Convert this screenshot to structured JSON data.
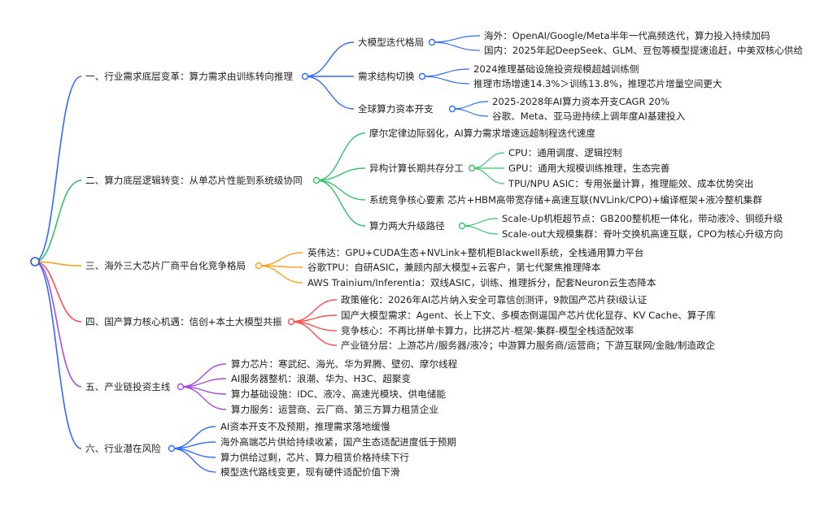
{
  "colors": {
    "blue": "#2f6bff",
    "green": "#36c26a",
    "orange": "#ff9f1a",
    "red": "#ff4f4f",
    "purple": "#a64ddb",
    "darkblue": "#2a5bd7"
  },
  "branches": [
    {
      "label": "一、行业需求底层变革：算力需求由训练转向推理",
      "children": [
        {
          "label": "大模型迭代格局",
          "children": [
            "海外：OpenAI/Google/Meta半年一代高频迭代，算力投入持续加码",
            "国内：2025年起DeepSeek、GLM、豆包等模型提速追赶，中美双核心供给"
          ]
        },
        {
          "label": "需求结构切换",
          "children": [
            "2024推理基础设施投资规模超越训练侧",
            "推理市场增速14.3%＞训练13.8%，推理芯片增量空间更大"
          ]
        },
        {
          "label": "全球算力资本开支",
          "children": [
            "2025-2028年AI算力资本开支CAGR 20%",
            "谷歌、Meta、亚马逊持续上调年度AI基建投入"
          ]
        }
      ]
    },
    {
      "label": "二、算力底层逻辑转变：从单芯片性能到系统级协同",
      "children": [
        {
          "label": "摩尔定律边际弱化，AI算力需求增速远超制程迭代速度",
          "children": []
        },
        {
          "label": "异构计算长期共存分工",
          "children": [
            "CPU：通用调度、逻辑控制",
            "GPU：通用大规模训练推理，生态完善",
            "TPU/NPU ASIC：专用张量计算，推理能效、成本优势突出"
          ]
        },
        {
          "label": "系统竞争核心要素 芯片+HBM高带宽存储+高速互联(NVLink/CPO)+编译框架+液冷整机集群",
          "children": []
        },
        {
          "label": "算力两大升级路径",
          "children": [
            "Scale-Up机柜超节点：GB200整机柜一体化，带动液冷、铜缆升级",
            "Scale-out大规模集群：脊叶交换机高速互联，CPO为核心升级方向"
          ]
        }
      ]
    },
    {
      "label": "三、海外三大芯片厂商平台化竞争格局",
      "children": [
        {
          "label": "英伟达：GPU+CUDA生态+NVLink+整机柜Blackwell系统，全栈通用算力平台",
          "children": []
        },
        {
          "label": "谷歌TPU：自研ASIC，兼顾内部大模型+云客户，第七代聚焦推理降本",
          "children": []
        },
        {
          "label": "AWS Trainium/Inferentia：双线ASIC，训练、推理拆分，配套Neuron云生态降本",
          "children": []
        }
      ]
    },
    {
      "label": "四、国产算力核心机遇：信创+本土大模型共振",
      "children": [
        {
          "label": "政策催化：2026年AI芯片纳入安全可靠信创测评，9款国产芯片获Ⅰ级认证",
          "children": []
        },
        {
          "label": "国产大模型需求：Agent、长上下文、多模态倒逼国产芯片优化显存、KV Cache、算子库",
          "children": []
        },
        {
          "label": "竞争核心：不再比拼单卡算力，比拼芯片-框架-集群-模型全栈适配效率",
          "children": []
        },
        {
          "label": "产业链分层：上游芯片/服务器/液冷；中游算力服务商/运营商；下游互联网/金融/制造政企",
          "children": []
        }
      ]
    },
    {
      "label": "五、产业链投资主线",
      "children": [
        {
          "label": "算力芯片：寒武纪、海光、华为昇腾、壁仞、摩尔线程",
          "children": []
        },
        {
          "label": "AI服务器整机：浪潮、华为、H3C、超聚变",
          "children": []
        },
        {
          "label": "算力基础设施：IDC、液冷、高速光模块、供电储能",
          "children": []
        },
        {
          "label": "算力服务：运营商、云厂商、第三方算力租赁企业",
          "children": []
        }
      ]
    },
    {
      "label": "六、行业潜在风险",
      "children": [
        {
          "label": "AI资本开支不及预期，推理需求落地缓慢",
          "children": []
        },
        {
          "label": "海外高端芯片供给持续收紧，国产生态适配进度低于预期",
          "children": []
        },
        {
          "label": "算力供给过剩，芯片、算力租赁价格持续下行",
          "children": []
        },
        {
          "label": "模型迭代路线变更，现有硬件适配价值下滑",
          "children": []
        }
      ]
    }
  ]
}
